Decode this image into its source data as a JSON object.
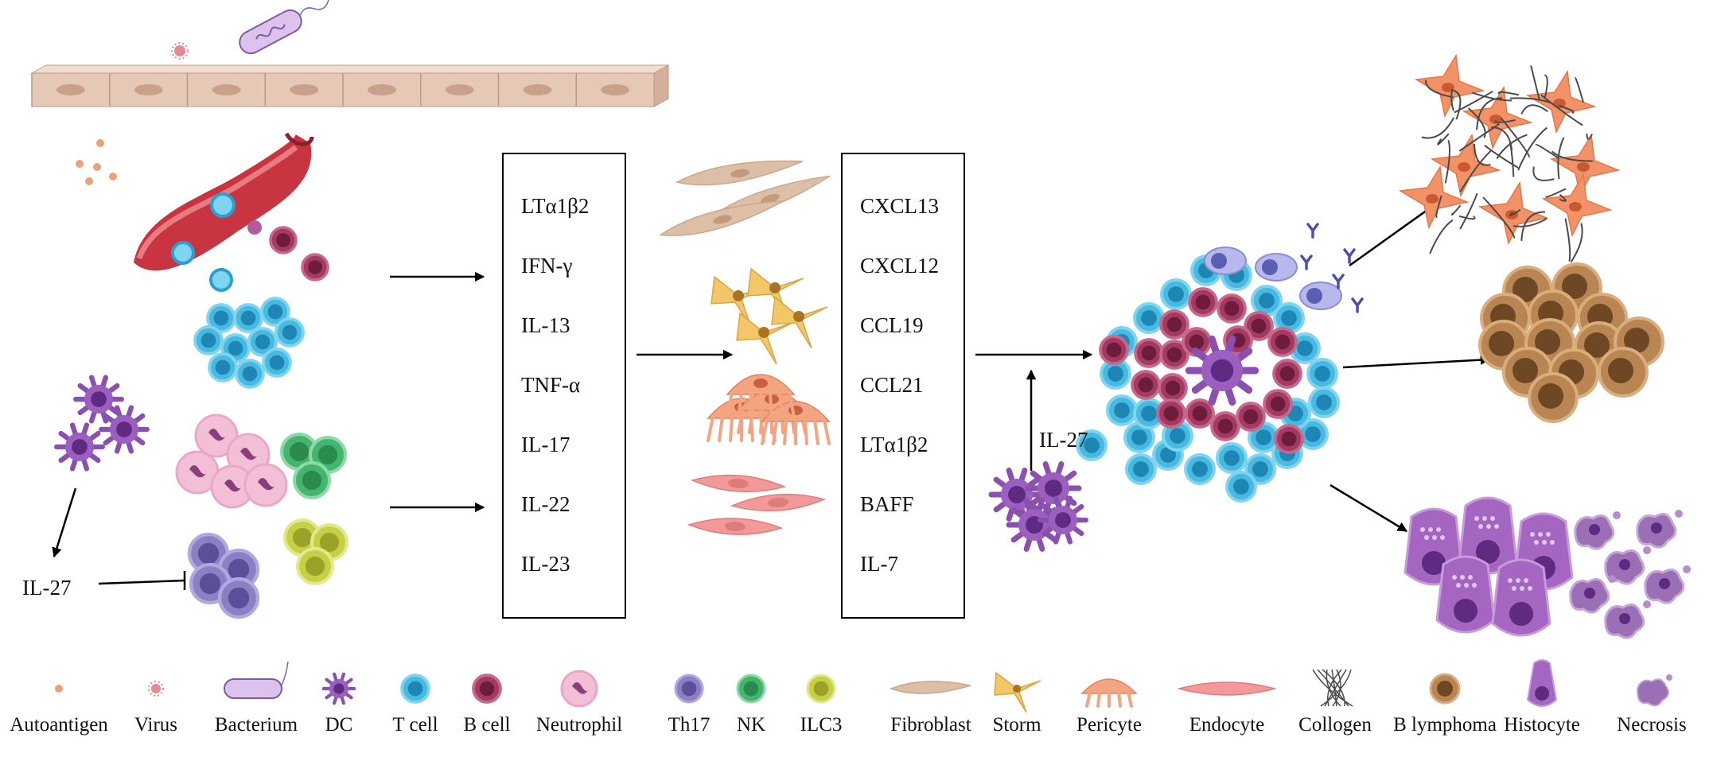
{
  "cytokines_box": {
    "items": [
      "LTα1β2",
      "IFN-γ",
      "IL-13",
      "TNF-α",
      "IL-17",
      "IL-22",
      "IL-23"
    ]
  },
  "chemokines_box": {
    "items": [
      "CXCL13",
      "CXCL12",
      "CCL19",
      "CCL21",
      "LTα1β2",
      "BAFF",
      "IL-7"
    ]
  },
  "labels": {
    "il27_left": "IL-27",
    "il27_right": "IL-27"
  },
  "legend": [
    {
      "label": "Autoantigen",
      "icon": "autoantigen-icon"
    },
    {
      "label": "Virus",
      "icon": "virus-icon"
    },
    {
      "label": "Bacterium",
      "icon": "bacterium-icon"
    },
    {
      "label": "DC",
      "icon": "dendritic-cell-icon"
    },
    {
      "label": "T cell",
      "icon": "t-cell-icon"
    },
    {
      "label": "B cell",
      "icon": "b-cell-icon"
    },
    {
      "label": "Neutrophil",
      "icon": "neutrophil-icon"
    },
    {
      "label": "Th17",
      "icon": "th17-icon"
    },
    {
      "label": "NK",
      "icon": "nk-cell-icon"
    },
    {
      "label": "ILC3",
      "icon": "ilc3-icon"
    },
    {
      "label": "Fibroblast",
      "icon": "fibroblast-icon"
    },
    {
      "label": "Storm",
      "icon": "stromal-cell-icon"
    },
    {
      "label": "Pericyte",
      "icon": "pericyte-icon"
    },
    {
      "label": "Endocyte",
      "icon": "endothelial-cell-icon"
    },
    {
      "label": "Collogen",
      "icon": "collagen-icon"
    },
    {
      "label": "B lymphoma",
      "icon": "b-lymphoma-icon"
    },
    {
      "label": "Histocyte",
      "icon": "histiocyte-icon"
    },
    {
      "label": "Necrosis",
      "icon": "necrosis-icon"
    }
  ],
  "colors": {
    "t_cell": "#3cb8e0",
    "b_cell": "#9c2f5b",
    "dc": "#8b4fb0",
    "neutrophil": "#e9a8c8",
    "th17": "#7d6fb5",
    "nk": "#3ea865",
    "ilc3": "#b9c43a",
    "fibroblast": "#dcbfa6",
    "stromal": "#f0c05a",
    "pericyte": "#f29a78",
    "endothelial": "#ef8f8f",
    "b_lymphoma": "#9a6a3d",
    "histiocyte": "#9b5bb5",
    "epithelium": "#e6c8b6",
    "blood_vessel": "#c8343f"
  }
}
